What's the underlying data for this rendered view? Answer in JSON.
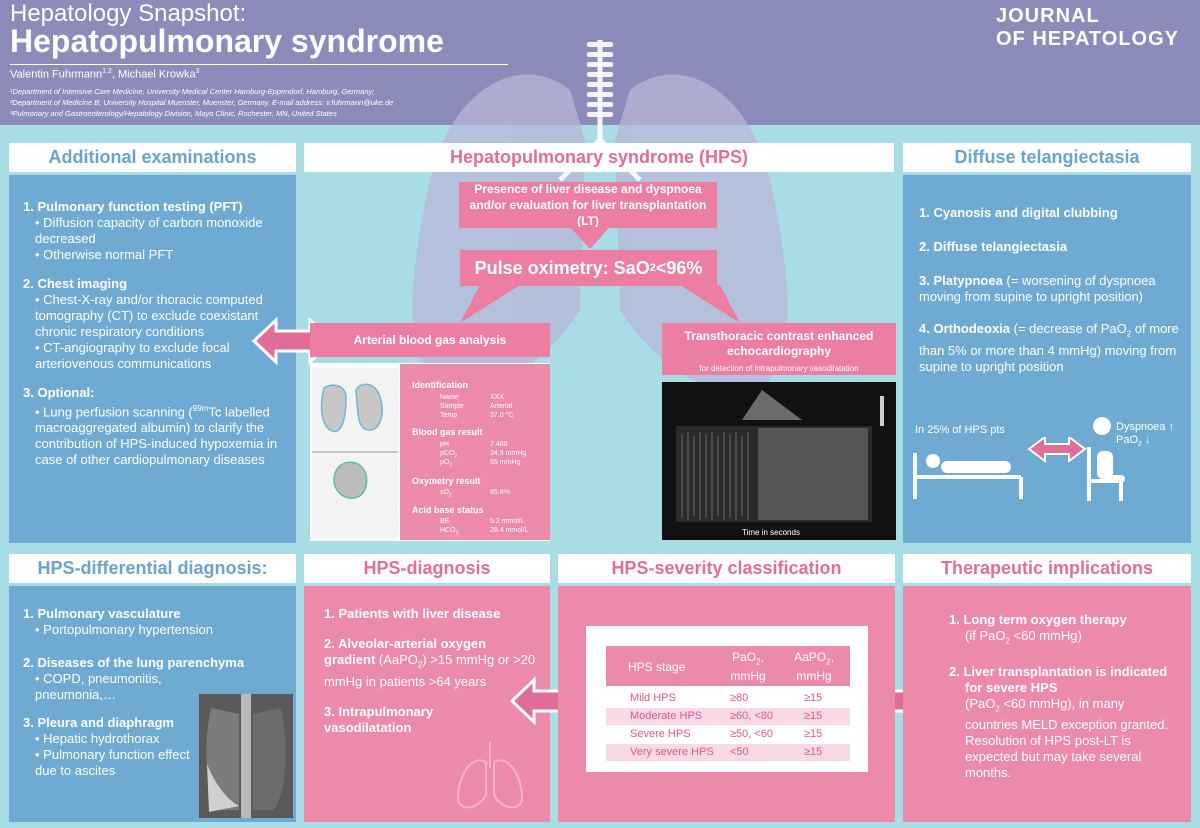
{
  "header": {
    "pre_title": "Hepatology Snapshot:",
    "title": "Hepatopulmonary syndrome",
    "authors": "Valentin Fuhrmann",
    "authors_sup1": "1,2",
    "authors_sep": ", Michael Krowka",
    "authors_sup2": "3",
    "affiliation_1": "¹Department of Intensive Care Medicine, University Medical Center Hamburg-Eppendorf, Hamburg, Germany;",
    "affiliation_2": "²Department of Medicine B, University Hospital Muenster, Muenster, Germany. E-mail address: v.fuhrmann@uke.de",
    "affiliation_3": "³Pulmonary and Gastroenterology/Hepatology Division, Mayo Clinic, Rochester, MN, United States",
    "journal_line1": "JOURNAL",
    "journal_line2": "OF HEPATOLOGY"
  },
  "additional": {
    "title": "Additional examinations",
    "i1_h": "1. Pulmonary function testing (PFT)",
    "i1_s1": "• Diffusion capacity of carbon monoxide decreased",
    "i1_s2": "• Otherwise normal PFT",
    "i2_h": "2. Chest imaging",
    "i2_s1": "• Chest-X-ray and/or thoracic computed tomography (CT) to exclude coexistant chronic respiratory conditions",
    "i2_s2": "• CT-angiography to exclude focal arteriovenous communications",
    "i3_h": "3. Optional:",
    "i3_s1a": "• Lung perfusion scanning (",
    "i3_s1sup": "99m",
    "i3_s1b": "Tc labelled macroaggregated albumin) to clarify the contribution of HPS-induced hypoxemia in case of other cardiopulmonary diseases"
  },
  "hps": {
    "title": "Hepatopulmonary syndrome (HPS)",
    "presence": "Presence of liver disease and dyspnoea and/or evaluation for liver transplantation (LT)",
    "pulse_a": "Pulse oximetry: SaO",
    "pulse_sub": "2",
    "pulse_b": " <96%",
    "abg": "Arterial blood gas analysis",
    "echo_title": "Transthoracic contrast enhanced echocardiography",
    "echo_sub": "for detection of intrapulmonary vasodilatation",
    "echo_time": "Time in seconds"
  },
  "abg_report": {
    "identification": "Identification",
    "name_l": "Name",
    "name_v": "XXX",
    "sample_l": "Sample",
    "sample_v": "Arterial",
    "temp_l": "Temp",
    "temp_v": "37.0 °C",
    "bg": "Blood gas result",
    "ph_l": "pH",
    "ph_v": "7.480",
    "pco2_l": "pCO",
    "pco2_v": "34.9 mmHg",
    "po2_l": "pO",
    "po2_v": "55 mmHg",
    "oxi": "Oxymetry result",
    "so2_l": "sO",
    "so2_v": "85.8%",
    "ab": "Acid base status",
    "be_l": "BE",
    "be_v": "5.2 mmol/L",
    "hco3_l": "HCO",
    "hco3_v": "28.4 mmol/L"
  },
  "telangiectasia": {
    "title": "Diffuse telangiectasia",
    "i1": "1. Cyanosis and digital clubbing",
    "i2": "2. Diffuse telangiectasia",
    "i3_h": "3. Platypnoea",
    "i3_t": " (= worsening of dyspnoea moving from supine to upright position)",
    "i4_h": "4. Orthodeoxia",
    "i4_t1": " (= decrease of PaO",
    "i4_sub": "2",
    "i4_t2": " of more than 5% or more than 4 mmHg) moving from supine to upright position",
    "pts": "In 25% of HPS pts",
    "dyspnoea": "Dyspnoea ↑",
    "pao2": "PaO",
    "pao2_sub": "2",
    "pao2_arrow": " ↓"
  },
  "differential": {
    "title": "HPS-differential diagnosis:",
    "i1_h": "1. Pulmonary vasculature",
    "i1_s1": "• Portopulmonary hypertension",
    "i2_h": "2. Diseases of the lung parenchyma",
    "i2_s1": "• COPD, pneumonitis, pneumonia,…",
    "i3_h": "3. Pleura and diaphragm",
    "i3_s1": "• Hepatic hydrothorax",
    "i3_s2": "• Pulmonary function effect due to ascites"
  },
  "diagnosis": {
    "title": "HPS-diagnosis",
    "i1": "1. Patients with liver disease",
    "i2_h": "2. Alveolar-arterial oxygen gradient",
    "i2_a": " (AaPO",
    "i2_sub": "2",
    "i2_b": ") >15 mmHg or >20 mmHg in patients >64 years",
    "i3": "3. Intrapulmonary vasodilatation"
  },
  "severity": {
    "title": "HPS-severity classification",
    "col1": "HPS stage",
    "col2a": "PaO",
    "col2b": "mmHg",
    "col3a": "AaPO",
    "col3b": "mmHg",
    "sub2": "2",
    "comma": ",",
    "rows": [
      {
        "stage": "Mild HPS",
        "pao2": "≥80",
        "aapo2": "≥15"
      },
      {
        "stage": "Moderate HPS",
        "pao2": "≥60, <80",
        "aapo2": "≥15"
      },
      {
        "stage": "Severe HPS",
        "pao2": "≥50, <60",
        "aapo2": "≥15"
      },
      {
        "stage": "Very severe HPS",
        "pao2": "<50",
        "aapo2": "≥15"
      }
    ]
  },
  "therapeutic": {
    "title": "Therapeutic implications",
    "i1_h": "1. Long term oxygen therapy",
    "i1_a": "(if PaO",
    "i1_sub": "2",
    "i1_b": " <60 mmHg)",
    "i2_h": "2. Liver transplantation is indicated for severe HPS",
    "i2_a": " (PaO",
    "i2_sub": "2",
    "i2_b": " <60 mmHg), in many countries MELD exception granted. Resolution of HPS post-LT is expected but may take several months."
  },
  "colors": {
    "header": "#8c8cba",
    "background": "#a8dde5",
    "blue_panel": "#6faad2",
    "pink_panel": "#ec8aa9",
    "pink_box": "#ec7ea2",
    "blue_title": "#6aa3cc",
    "pink_title": "#df6f95"
  }
}
